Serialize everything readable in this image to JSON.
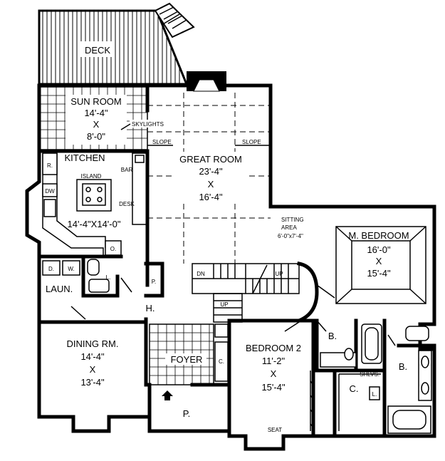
{
  "rooms": {
    "deck": "DECK",
    "sun_room": {
      "name": "SUN ROOM",
      "w": "14'-4\"",
      "x": "X",
      "h": "8'-0\""
    },
    "skylights": "SKYLIGHTS",
    "slope": "SLOPE",
    "kitchen": {
      "name": "KITCHEN",
      "dims": "14'-4\"X14'-0\""
    },
    "island": "ISLAND",
    "bar": "BAR",
    "desk": "DESK",
    "great_room": {
      "name": "GREAT ROOM",
      "w": "23'-4\"",
      "x": "X",
      "h": "16'-4\""
    },
    "sitting_area": {
      "line1": "SITTING",
      "line2": "AREA",
      "dims": "6'-0\"x7'-4\""
    },
    "master_bedroom": {
      "name": "M. BEDROOM",
      "w": "16'-0\"",
      "x": "X",
      "h": "15'-4\""
    },
    "laundry": "LAUN.",
    "hall": "H.",
    "dining": {
      "name": "DINING RM.",
      "w": "14'-4\"",
      "x": "X",
      "h": "13'-4\""
    },
    "foyer": "FOYER",
    "porch": "P.",
    "bedroom2": {
      "name": "BEDROOM 2",
      "w": "11'-2\"",
      "x": "X",
      "h": "15'-4\""
    },
    "seat": "SEAT"
  },
  "fixtures": {
    "refrigerator": "R.",
    "dishwasher": "DW",
    "oven": "O.",
    "washer": "W.",
    "dryer": "D.",
    "linen": "L.",
    "pantry": "P.",
    "closet": "C.",
    "bath": "B.",
    "shelves": "SHLVS.",
    "stairs_up": "UP",
    "stairs_down": "DN"
  }
}
